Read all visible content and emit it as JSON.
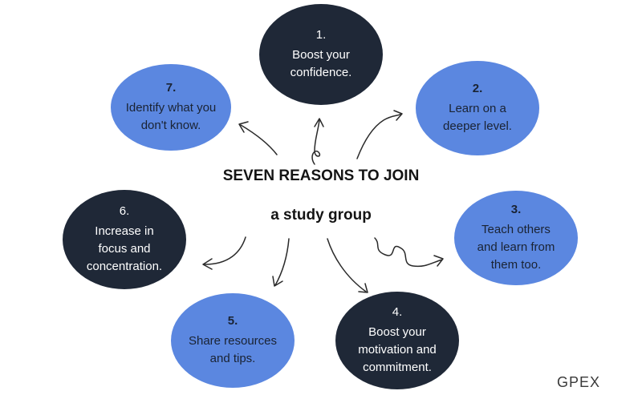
{
  "title": {
    "line1": "SEVEN REASONS TO JOIN",
    "line2": "a study group"
  },
  "reasons": [
    {
      "num": "1.",
      "text": "Boost your\nconfidence.",
      "color": "#1f2837"
    },
    {
      "num": "2.",
      "text": "Learn on a\ndeeper level.",
      "color": "#5b87e0"
    },
    {
      "num": "3.",
      "text": "Teach others\nand learn from\nthem too.",
      "color": "#5b87e0"
    },
    {
      "num": "4.",
      "text": "Boost your\nmotivation and\ncommitment.",
      "color": "#1f2837"
    },
    {
      "num": "5.",
      "text": "Share resources\nand tips.",
      "color": "#5b87e0"
    },
    {
      "num": "6.",
      "text": "Increase in\nfocus and\nconcentration.",
      "color": "#1f2837"
    },
    {
      "num": "7.",
      "text": "Identify what you\ndon't know.",
      "color": "#5b87e0"
    }
  ],
  "logo": "GPEX"
}
